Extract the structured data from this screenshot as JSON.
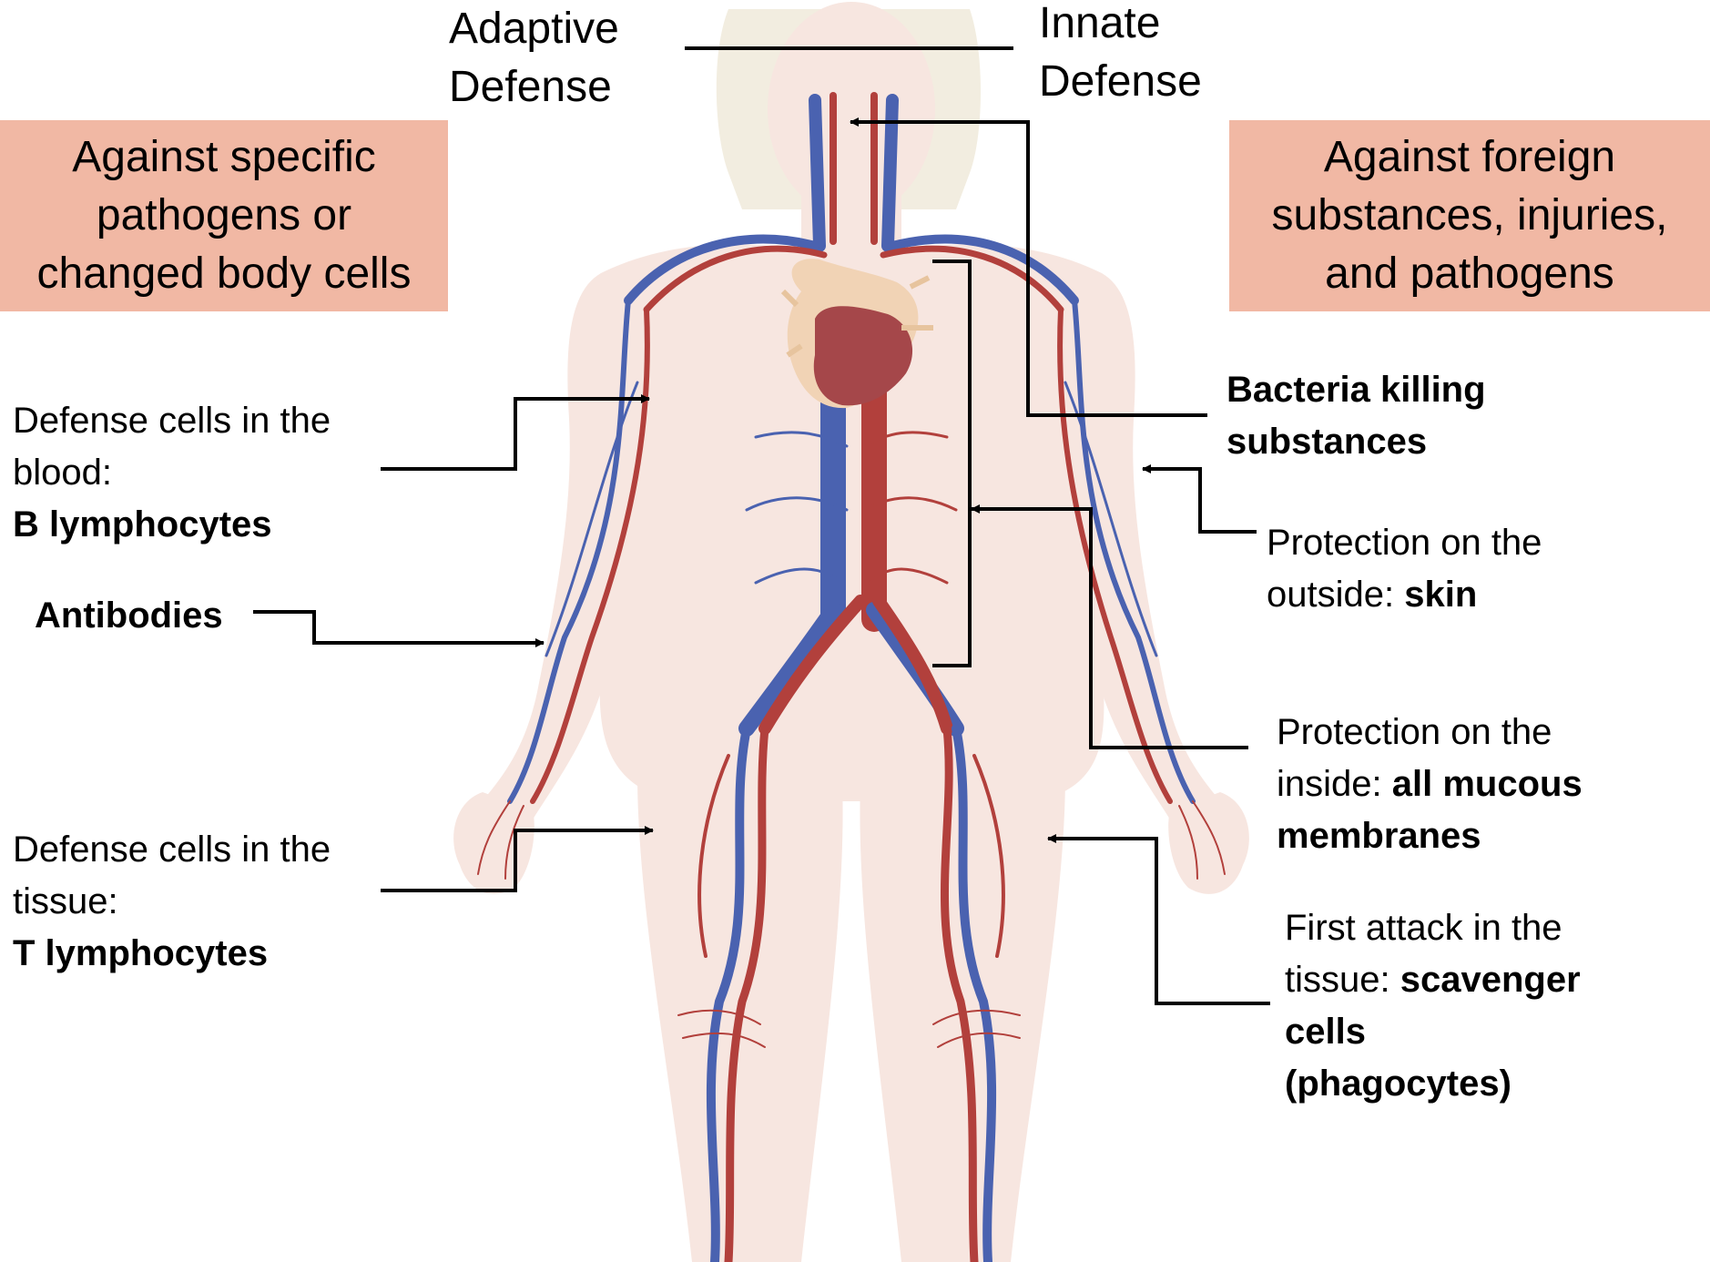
{
  "headings": {
    "adaptive": [
      "Adaptive",
      "Defense"
    ],
    "innate": [
      "Innate",
      "Defense"
    ]
  },
  "boxes": {
    "left": [
      "Against specific",
      "pathogens or",
      "changed body cells"
    ],
    "right": [
      "Against foreign",
      "substances, injuries,",
      "and pathogens"
    ]
  },
  "left_labels": {
    "blood_cells": {
      "line1": "Defense cells in the",
      "line2": "blood:",
      "line3": "B lymphocytes"
    },
    "antibodies": "Antibodies",
    "tissue_cells": {
      "line1": "Defense cells in the",
      "line2": "tissue:",
      "line3": "T lymphocytes"
    }
  },
  "right_labels": {
    "bacteria": {
      "line1": "Bacteria killing",
      "line2": "substances"
    },
    "skin": {
      "line1": "Protection on the",
      "line2_prefix": "outside: ",
      "line2_bold": "skin"
    },
    "mucous": {
      "line1": "Protection on the",
      "line2_prefix": "inside: ",
      "line2_bold": "all mucous",
      "line3": "membranes"
    },
    "phagocytes": {
      "line1": "First attack in the",
      "line2_prefix": "tissue: ",
      "line2_bold": "scavenger",
      "line3": "cells",
      "line4": "(phagocytes)"
    }
  },
  "colors": {
    "box_fill": "#f1b8a4",
    "body_fill": "#f7e7e2",
    "vein": "#4a62b0",
    "artery": "#b2403c",
    "heart": "#a5474a",
    "leader": "#000000"
  },
  "icons": [
    "human-body-circulatory-illustration",
    "heart-icon"
  ]
}
